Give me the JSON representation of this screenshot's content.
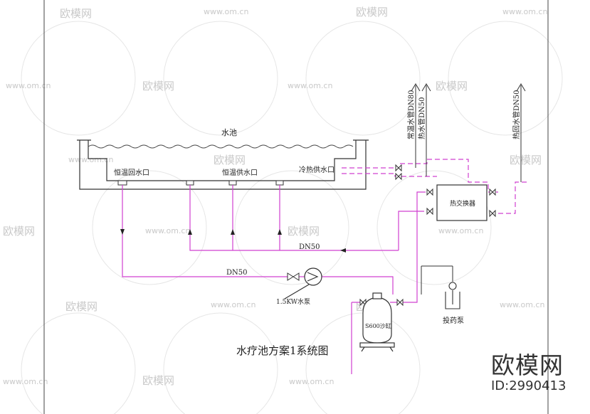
{
  "title": "水疗池方案1系统图",
  "labels": {
    "pool": "水池",
    "return_outlet": "恒温回水口",
    "supply_outlet": "恒温供水口",
    "hot_cold_outlet": "冷热供水口",
    "pipe_normal_temp": "常温水管DN80",
    "pipe_hot": "热水管DN50",
    "pipe_hot_return": "热回水管DN50",
    "heat_exchanger": "热交换器",
    "dn50_upper": "DN50",
    "dn50_lower": "DN50",
    "pump": "1.5KW水泵",
    "sand_filter": "S600沙缸",
    "dosing_pump": "投药泵"
  },
  "watermark": {
    "brand": "欧模网",
    "id_text": "ID:2990413",
    "site": "www.om.cn"
  },
  "colors": {
    "pipe_main": "#d040d0",
    "structure": "#333333",
    "watermark": "#c9c9c9"
  }
}
